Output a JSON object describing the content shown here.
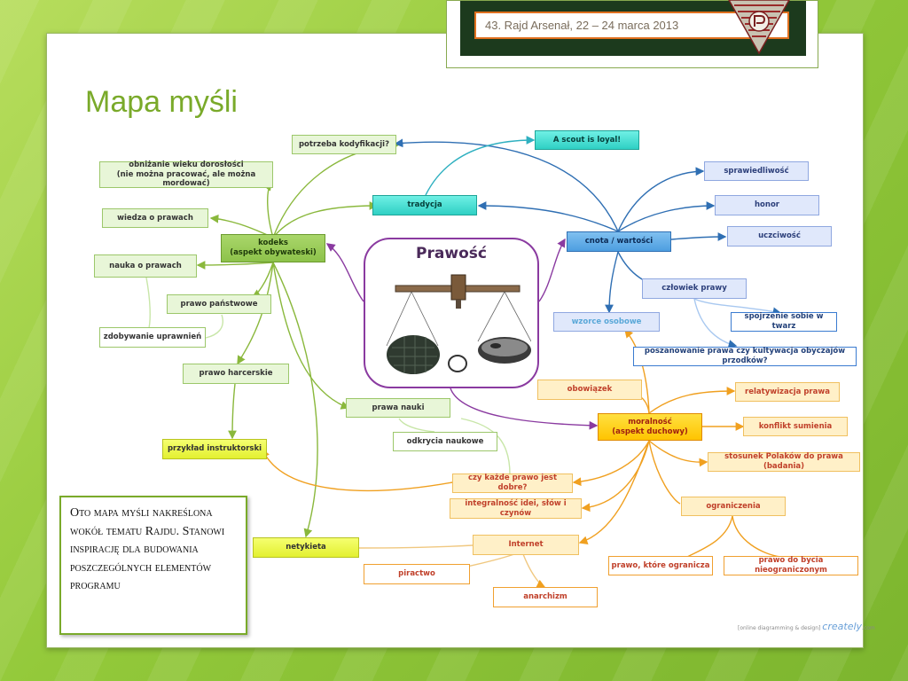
{
  "header": {
    "event": "43. Rajd Arsenał, 22 – 24 marca 2013"
  },
  "slide": {
    "title": "Mapa myśli"
  },
  "map": {
    "center": "Prawość",
    "nodes": {
      "potrzeba": "potrzeba kodyfikacji?",
      "scout": "A scout is loyal!",
      "obnizanie": "obniżanie wieku dorosłości\n(nie można pracować, ale można mordować)",
      "tradycja": "tradycja",
      "sprawiedliwosc": "sprawiedliwość",
      "wiedza": "wiedza o prawach",
      "honor": "honor",
      "kodeks": "kodeks\n(aspekt obywateski)",
      "cnota": "cnota / wartości",
      "uczciwosc": "uczciwość",
      "nauka": "nauka o prawach",
      "czlowiek": "człowiek prawy",
      "panstwowe": "prawo państwowe",
      "spojrzenie": "spojrzenie sobie w twarz",
      "wzorce": "wzorce osobowe",
      "zdobywanie": "zdobywanie uprawnień",
      "poszanowanie": "poszanowanie prawa czy kultywacja obyczajów przodków?",
      "harcerskie": "prawo harcerskie",
      "obowiazek": "obowiązek",
      "relatywizacja": "relatywizacja prawa",
      "prawanauki": "prawa nauki",
      "moralnosc": "moralność\n(aspekt duchowy)",
      "konflikt": "konflikt sumienia",
      "odkrycia": "odkrycia naukowe",
      "przyklad": "przykład instruktorski",
      "stosunek": "stosunek Polaków do prawa (badania)",
      "czykazde": "czy każde prawo jest dobre?",
      "integralnosc": "integralność idei, słów i czynów",
      "ograniczenia": "ograniczenia",
      "netykieta": "netykieta",
      "internet": "Internet",
      "ktoreogranicza": "prawo, które ogranicza",
      "dobycia": "prawo do bycia nieograniczonym",
      "piractwo": "piractwo",
      "anarchizm": "anarchizm"
    }
  },
  "note": {
    "text": "Oto mapa myśli nakreślona wokół tematu Rajdu. Stanowi inspirację dla budowania poszczególnych elementów programu"
  },
  "footer": {
    "credit": "[online diagramming & design]",
    "brand": "creately",
    "domain": ".com"
  },
  "colors": {
    "green_branch": "#8ab83c",
    "blue_branch": "#2f6fb3",
    "teal_branch": "#2fb0c0",
    "orange_branch": "#f0a020",
    "purple_link": "#8a3aa0",
    "title": "#7aaa2a"
  }
}
